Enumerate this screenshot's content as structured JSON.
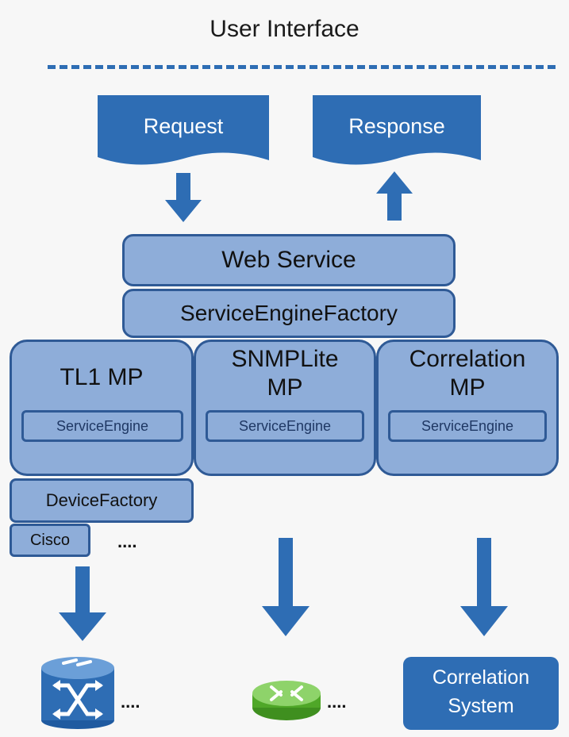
{
  "title": "User Interface",
  "request_label": "Request",
  "response_label": "Response",
  "web_service_label": "Web Service",
  "service_engine_factory_label": "ServiceEngineFactory",
  "tl1_mp_label": "TL1 MP",
  "snmplite_mp_label_line1": "SNMPLite",
  "snmplite_mp_label_line2": "MP",
  "correlation_mp_label_line1": "Correlation",
  "correlation_mp_label_line2": "MP",
  "service_engine_label": "ServiceEngine",
  "device_factory_label": "DeviceFactory",
  "cisco_label": "Cisco",
  "ellipsis": "....",
  "correlation_system_line1": "Correlation",
  "correlation_system_line2": "System",
  "colors": {
    "blue": "#2e6db4",
    "light_blue": "#8eadd9",
    "border": "#2f5a96",
    "green": "#5cb531"
  },
  "icons": [
    "arrow-down-icon",
    "arrow-up-icon",
    "switch-icon",
    "router-icon"
  ]
}
